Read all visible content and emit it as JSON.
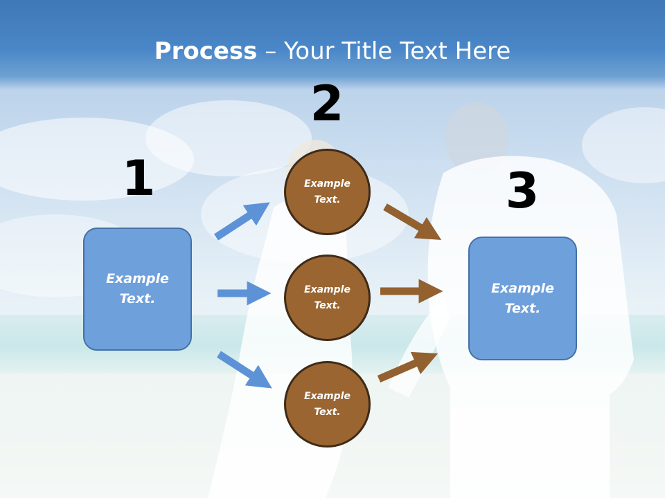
{
  "title": {
    "bold": "Process",
    "separator": " – ",
    "rest": "Your Title Text Here"
  },
  "steps": [
    {
      "number": "1"
    },
    {
      "number": "2"
    },
    {
      "number": "3"
    }
  ],
  "left_box": {
    "text": "Example\nText."
  },
  "circles": [
    {
      "text": "Example\nText."
    },
    {
      "text": "Example\nText."
    },
    {
      "text": "Example\nText."
    }
  ],
  "right_box": {
    "text": "Example\nText."
  },
  "colors": {
    "header": "#4a87c8",
    "box_fill": "#6ea0dc",
    "box_border": "#4471a6",
    "circle_fill": "#9a6531",
    "circle_border": "#3f2a17",
    "blue_arrow": "#5d93d6",
    "brown_arrow": "#93602f"
  }
}
